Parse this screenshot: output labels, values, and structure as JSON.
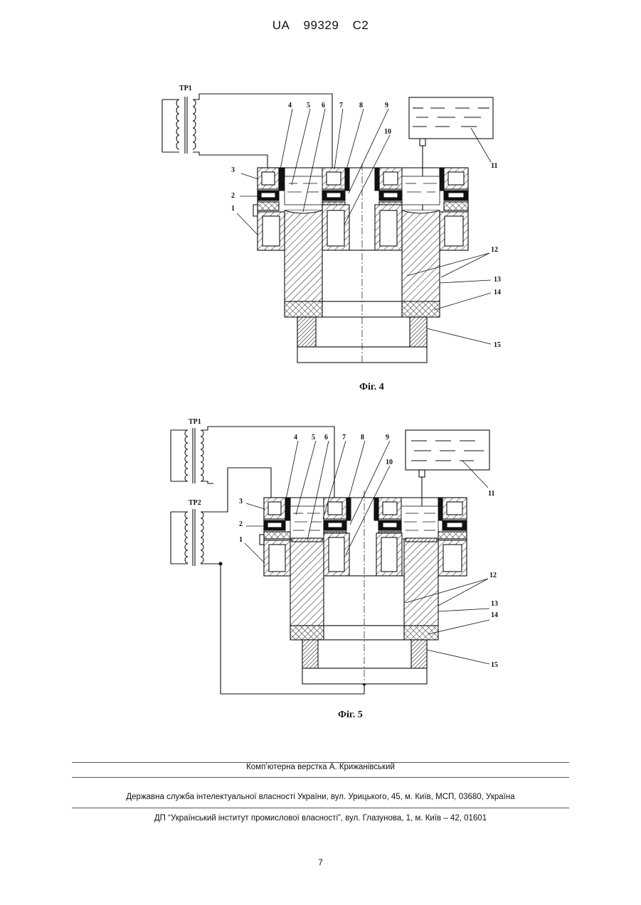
{
  "header": {
    "country": "UA",
    "number": "99329",
    "kind": "C2"
  },
  "figures": [
    {
      "caption": "Фіг. 4",
      "transformers": [
        "TP1"
      ],
      "labels": [
        "1",
        "2",
        "3",
        "4",
        "5",
        "6",
        "7",
        "8",
        "9",
        "10",
        "11",
        "12",
        "13",
        "14",
        "15"
      ]
    },
    {
      "caption": "Фіг. 5",
      "transformers": [
        "TP1",
        "TP2"
      ],
      "labels": [
        "1",
        "2",
        "3",
        "4",
        "5",
        "6",
        "7",
        "8",
        "9",
        "10",
        "11",
        "12",
        "13",
        "14",
        "15"
      ]
    }
  ],
  "footer": {
    "layout_credit": "Комп’ютерна верстка А. Крижанівський",
    "service": "Державна служба інтелектуальної власності України, вул. Урицького, 45, м. Київ, МСП, 03680, Україна",
    "institute": "ДП “Український інститут промислової власності”, вул. Глазунова, 1, м. Київ – 42, 01601"
  },
  "page_number": "7"
}
